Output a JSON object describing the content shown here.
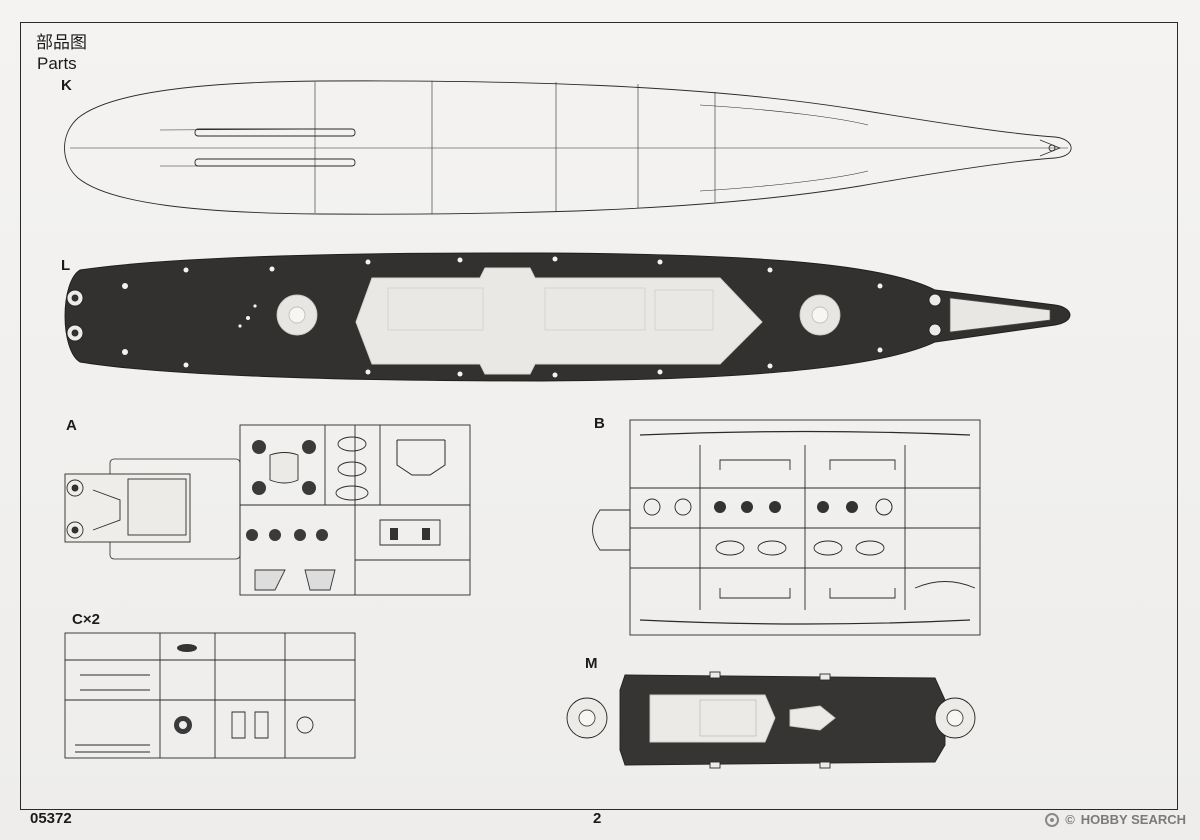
{
  "header": {
    "title_cn": "部品图",
    "title_en": "Parts"
  },
  "parts": {
    "k": "K",
    "l": "L",
    "a": "A",
    "b": "B",
    "c": "C×2",
    "m": "M"
  },
  "footer": {
    "code": "05372",
    "page": "2"
  },
  "watermark": {
    "brand": "HOBBY SEARCH",
    "copyright": "©"
  }
}
